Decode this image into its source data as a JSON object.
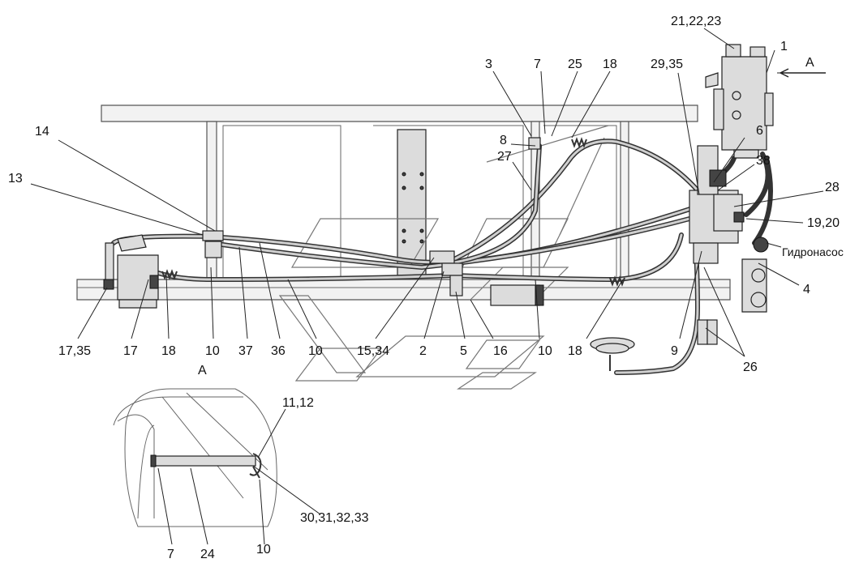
{
  "labels": {
    "l_21_22_23": "21,22,23",
    "l_1": "1",
    "l_A_top": "А",
    "l_3": "3",
    "l_7_top": "7",
    "l_25": "25",
    "l_18_top": "18",
    "l_29_35": "29,35",
    "l_6": "6",
    "l_8": "8",
    "l_27": "27",
    "l_38": "38",
    "l_14": "14",
    "l_13": "13",
    "l_28": "28",
    "l_19_20": "19,20",
    "l_pump": "Гидронасос",
    "l_4": "4",
    "l_17_35": "17,35",
    "l_17": "17",
    "l_18_left": "18",
    "l_10_a": "10",
    "l_37": "37",
    "l_36": "36",
    "l_10_b": "10",
    "l_15_34": "15,34",
    "l_2": "2",
    "l_5": "5",
    "l_16": "16",
    "l_10_c": "10",
    "l_18_right": "18",
    "l_9": "9",
    "l_26": "26",
    "l_A_view": "А",
    "l_11_12": "11,12",
    "l_30_33": "30,31,32,33",
    "l_7_bottom": "7",
    "l_24": "24",
    "l_10_bottom": "10"
  }
}
